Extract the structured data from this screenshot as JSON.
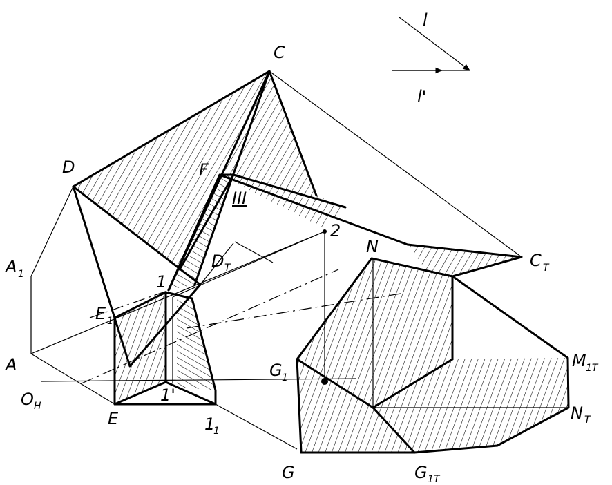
{
  "labels": {
    "C": "C",
    "D": "D",
    "F": "F",
    "III": "III",
    "two": "2",
    "N": "N",
    "CT": "C",
    "CT_sub": "T",
    "DT": "D",
    "DT_sub": "T",
    "A1": "A",
    "A1_sub": "1",
    "A": "A",
    "E1": "E",
    "E1_sub": "1",
    "one": "1",
    "G1": "G",
    "G1_sub": "1",
    "M1T": "M",
    "M1T_sub": "1T",
    "OH": "O",
    "OH_sub": "H",
    "one_prime": "1'",
    "E": "E",
    "one1": "1",
    "one1_sub": "1",
    "NT": "N",
    "NT_sub": "T",
    "G": "G",
    "G1T": "G",
    "G1T_sub": "1T",
    "l": "l",
    "l_prime": "l'"
  },
  "colors": {
    "ink": "#000000",
    "paper": "#ffffff"
  }
}
